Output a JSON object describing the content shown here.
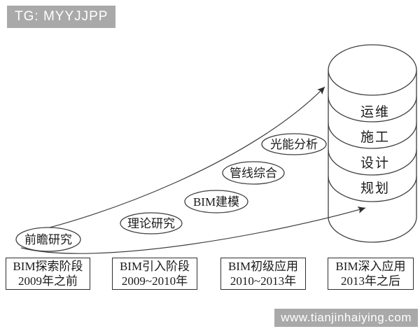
{
  "watermarks": {
    "top": "TG: MYYJJPP",
    "bottom": "www.tianjinhaiying.com"
  },
  "colors": {
    "banner_bg": "#a9a9a9",
    "banner_text": "#ffffff",
    "line": "#3f3f3f",
    "ink": "#1a1a1a",
    "background": "#ffffff"
  },
  "bubbles": [
    {
      "label": "前瞻研究"
    },
    {
      "label": "理论研究"
    },
    {
      "label": "BIM建模"
    },
    {
      "label": "管线综合"
    },
    {
      "label": "光能分析"
    }
  ],
  "cylinder": {
    "layers": [
      {
        "label": "运维"
      },
      {
        "label": "施工"
      },
      {
        "label": "设计"
      },
      {
        "label": "规划"
      }
    ]
  },
  "stages": [
    {
      "title": "BIM探索阶段",
      "period": "2009年之前"
    },
    {
      "title": "BIM引入阶段",
      "period": "2009~2010年"
    },
    {
      "title": "BIM初级应用",
      "period": "2010~2013年"
    },
    {
      "title": "BIM深入应用",
      "period": "2013年之后"
    }
  ]
}
